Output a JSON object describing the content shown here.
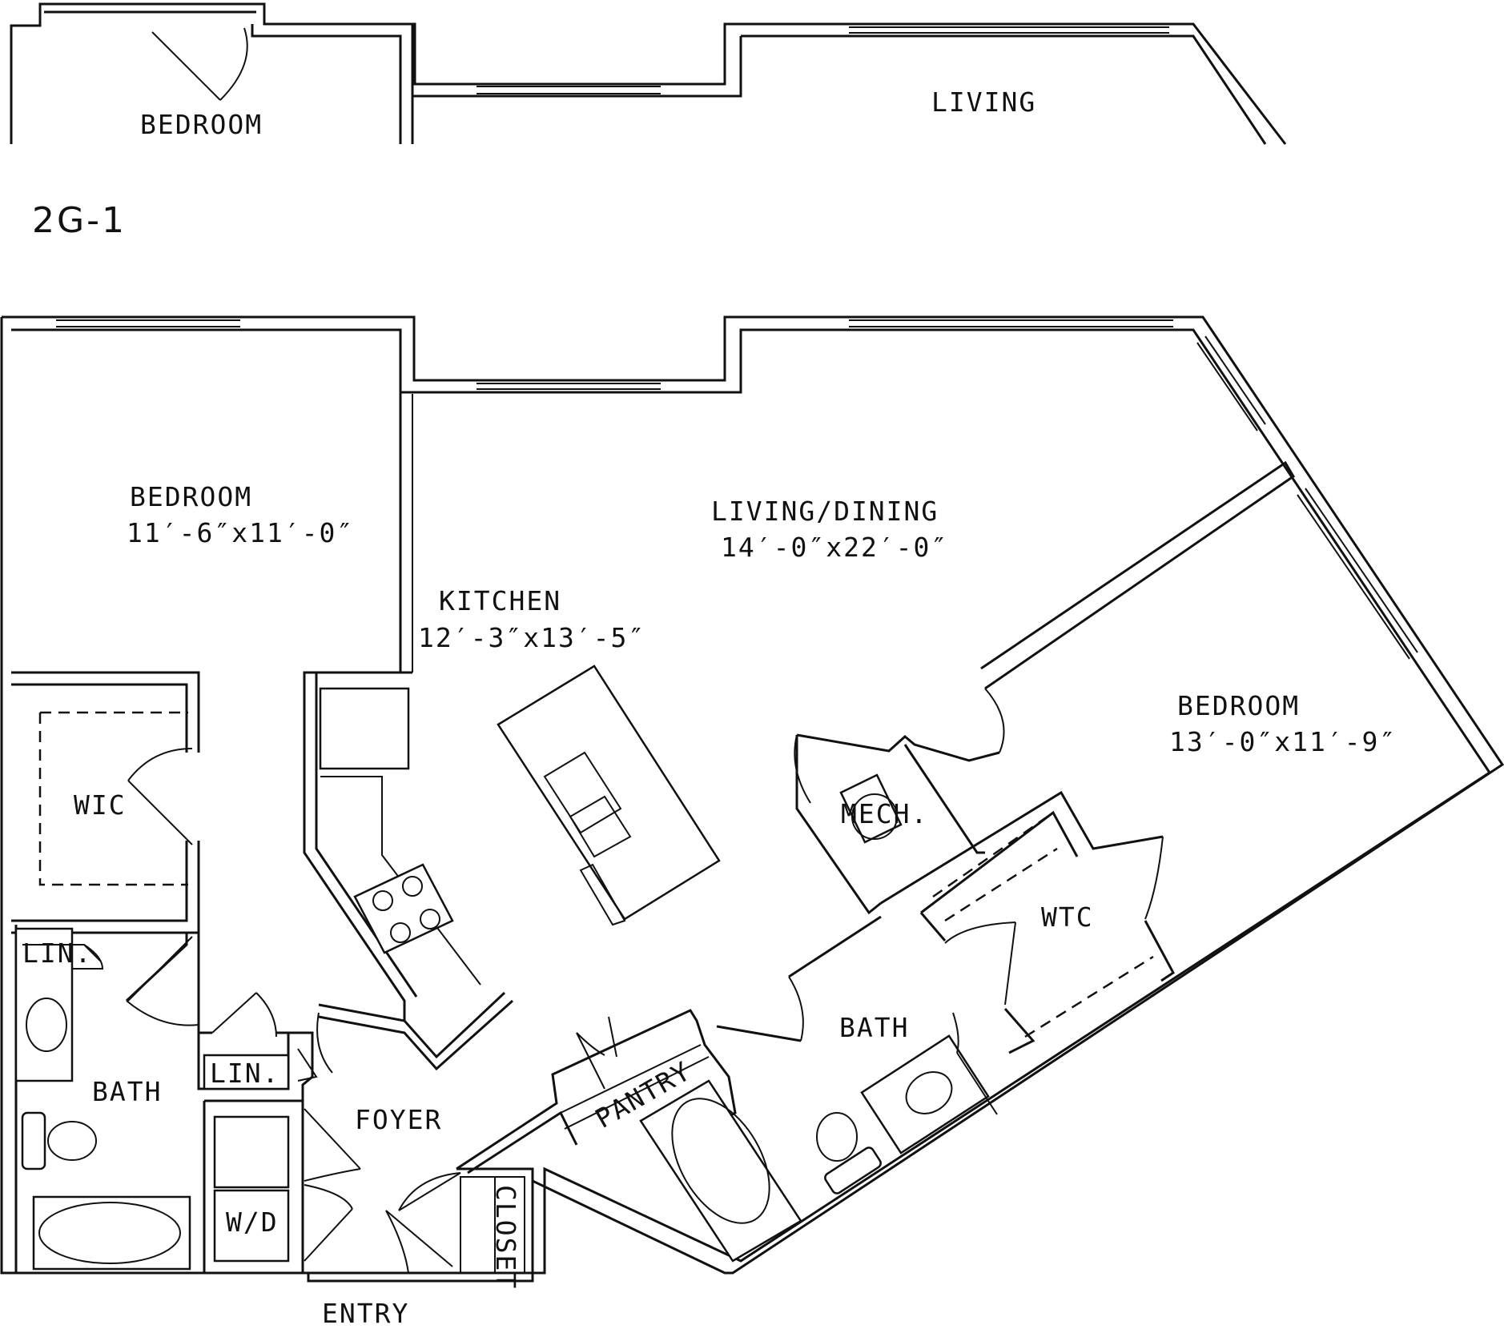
{
  "plan_id": "2G-1",
  "keyplan": {
    "bedroom": "BEDROOM",
    "living": "LIVING"
  },
  "rooms": {
    "bedroom1": {
      "name": "BEDROOM",
      "size": "11′-6″x11′-0″"
    },
    "living_dining": {
      "name": "LIVING/DINING",
      "size": "14′-0″x22′-0″"
    },
    "kitchen": {
      "name": "KITCHEN",
      "size": "12′-3″x13′-5″"
    },
    "bedroom2": {
      "name": "BEDROOM",
      "size": "13′-0″x11′-9″"
    },
    "wic": "WIC",
    "mech": "MECH.",
    "wtc": "WTC",
    "lin1": "LIN.",
    "lin2": "LIN.",
    "bath1": "BATH",
    "bath2": "BATH",
    "foyer": "FOYER",
    "wd": "W/D",
    "pantry": "PANTRY",
    "closet": "CLOSET",
    "entry": "ENTRY"
  }
}
